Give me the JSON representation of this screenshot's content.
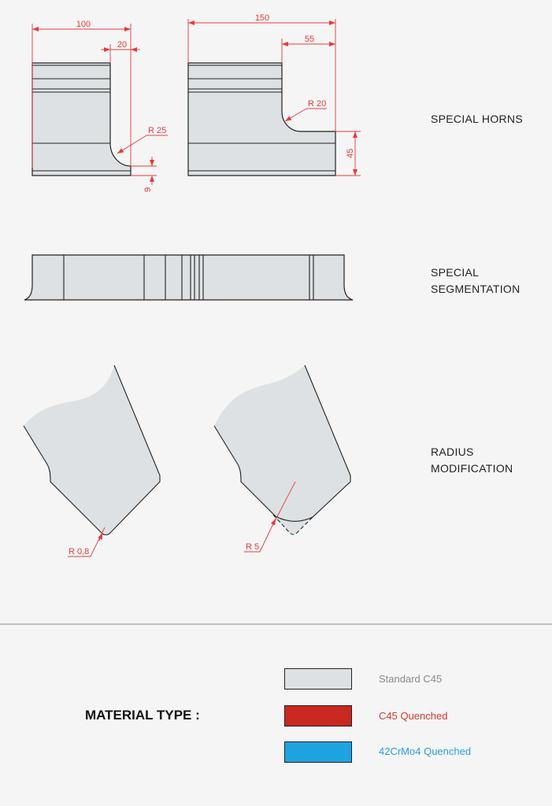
{
  "sections": {
    "horns": {
      "label": "SPECIAL HORNS",
      "dims": {
        "width1": "100",
        "notch1": "20",
        "radius1": "R 25",
        "height1": "9",
        "width2": "150",
        "notch2": "55",
        "radius2": "R 20",
        "height2": "45"
      }
    },
    "segmentation": {
      "label_line1": "SPECIAL",
      "label_line2": "SEGMENTATION"
    },
    "radius": {
      "label_line1": "RADIUS",
      "label_line2": "MODIFICATION",
      "dims": {
        "radius1": "R 0,8",
        "radius2": "R 5"
      }
    }
  },
  "material": {
    "title": "MATERIAL TYPE :",
    "items": [
      {
        "label": "Standard C45",
        "swatch": "#dde1e3",
        "text_color": "#8a8a8a"
      },
      {
        "label": "C45 Quenched",
        "swatch": "#c8281f",
        "text_color": "#d23a32"
      },
      {
        "label": "42CrMo4 Quenched",
        "swatch": "#1ea3e0",
        "text_color": "#2a9fde"
      }
    ]
  }
}
